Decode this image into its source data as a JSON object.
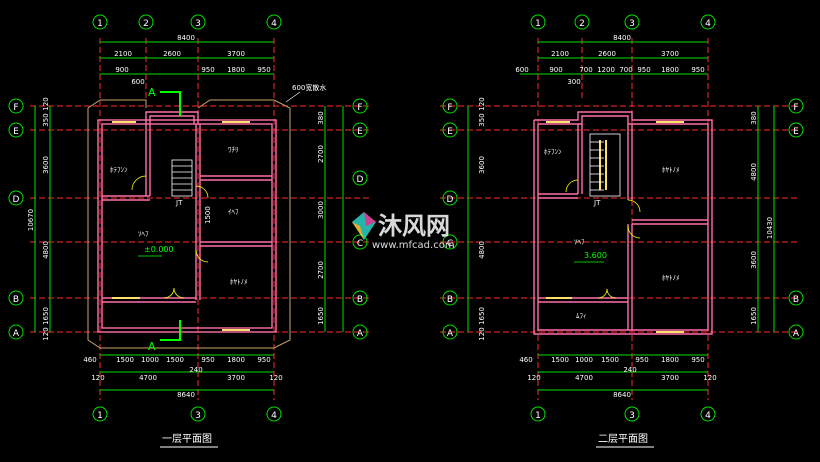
{
  "colors": {
    "bg": "#000000",
    "dim": "#00e000",
    "wall": "#ff6fa8",
    "axis": "#ff2a2a",
    "text": "#ffffff",
    "door": "#ffff00",
    "window": "#ffe06a",
    "marker": "#00ff00",
    "tan": "#c9a66b",
    "watermark": "#ffffff"
  },
  "watermark": {
    "cn": "沐风网",
    "url": "www.mfcad.com"
  },
  "plans": [
    {
      "title": "一层平面图",
      "top_axes": [
        "1",
        "2",
        "3",
        "4"
      ],
      "bottom_axes": [
        "1",
        "3",
        "4"
      ],
      "side_axes": [
        "F",
        "E",
        "D",
        "C",
        "B",
        "A"
      ],
      "top_total": "8400",
      "top_row1": [
        "2100",
        "2600",
        "3700"
      ],
      "top_row2": [
        "900",
        "950",
        "1800",
        "950"
      ],
      "top_row2b": "600",
      "left_dims": [
        "120",
        "350",
        "3600",
        "4800",
        "1650",
        "120"
      ],
      "left_total": "10670",
      "right_dims": [
        "380",
        "2700",
        "3000",
        "2700",
        "1650"
      ],
      "bot_row1": [
        "460",
        "1500",
        "1000",
        "1500",
        "950",
        "1800",
        "950"
      ],
      "bot_row2": [
        "120",
        "4700",
        "240",
        "3700",
        "120"
      ],
      "bot_total": "8640",
      "rooms": {
        "bathroom": "ﾎﾃﾌﾝﾝ",
        "kitchen": "ﾜﾁﾘ",
        "living": "ｿﾍﾌ",
        "bedroom": "ﾎﾔﾄﾉﾒ",
        "dining": "ｲﾍﾌ",
        "stair": "JT"
      },
      "elevation": "±0.000",
      "note": "600宽散水",
      "section_mark": "A",
      "dim_1500": "1500"
    },
    {
      "title": "二层平面图",
      "top_axes": [
        "1",
        "2",
        "3",
        "4"
      ],
      "bottom_axes": [
        "1",
        "3",
        "4"
      ],
      "side_axes": [
        "F",
        "E",
        "D",
        "C",
        "B",
        "A"
      ],
      "top_total": "8400",
      "top_row1": [
        "2100",
        "2600",
        "3700"
      ],
      "top_row2": [
        "600",
        "900",
        "700",
        "1200",
        "700",
        "950",
        "1800",
        "950"
      ],
      "top_row2b": "300",
      "left_dims": [
        "120",
        "350",
        "3600",
        "4800",
        "1650",
        "120"
      ],
      "right_dims": [
        "380",
        "4800",
        "3600",
        "1650"
      ],
      "right_total": "10430",
      "bot_row1": [
        "460",
        "1500",
        "1000",
        "1500",
        "950",
        "1800",
        "950"
      ],
      "bot_row2": [
        "120",
        "4700",
        "240",
        "3700",
        "120"
      ],
      "bot_total": "8640",
      "rooms": {
        "bathroom": "ﾎﾃﾌﾝﾝ",
        "living": "ｿﾍﾌ",
        "bedroom1": "ﾎﾔﾄﾉﾒ",
        "bedroom2": "ﾎﾔﾄﾉﾒ",
        "balcony": "ﾑﾌｨ",
        "stair": "JT"
      },
      "elevation": "3.600"
    }
  ]
}
